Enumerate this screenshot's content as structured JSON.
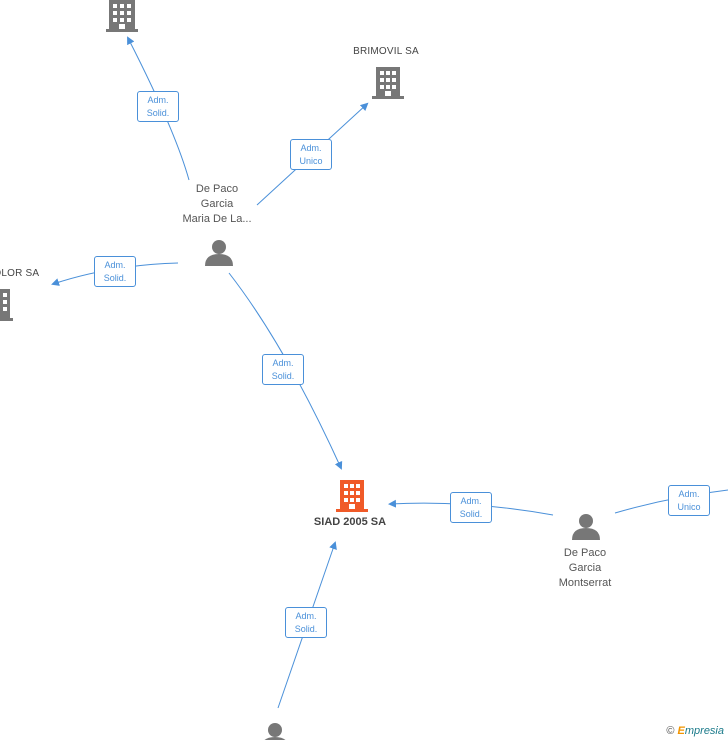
{
  "nodes": {
    "main_company": {
      "label": "SIAD 2005 SA",
      "color": "#f05a28"
    },
    "brimovil": {
      "label": "BRIMOVIL SA"
    },
    "color_company": {
      "label": "COLOR SA"
    },
    "top_company": {
      "label": ""
    },
    "person_maria": {
      "line1": "De Paco",
      "line2": "Garcia",
      "line3": "Maria De La..."
    },
    "person_montserrat": {
      "line1": "De Paco",
      "line2": "Garcia",
      "line3": "Montserrat"
    },
    "person_bottom": {
      "label": ""
    }
  },
  "edges": [
    {
      "line1": "Adm.",
      "line2": "Solid."
    },
    {
      "line1": "Adm.",
      "line2": "Unico"
    },
    {
      "line1": "Adm.",
      "line2": "Solid."
    },
    {
      "line1": "Adm.",
      "line2": "Solid."
    },
    {
      "line1": "Adm.",
      "line2": "Solid."
    },
    {
      "line1": "Adm.",
      "line2": "Unico"
    },
    {
      "line1": "Adm.",
      "line2": "Solid."
    }
  ],
  "colors": {
    "edge": "#4a90d9",
    "node_gray": "#777777"
  },
  "footer": {
    "symbol": "©",
    "brand_first": "E",
    "brand_rest": "mpresia"
  }
}
